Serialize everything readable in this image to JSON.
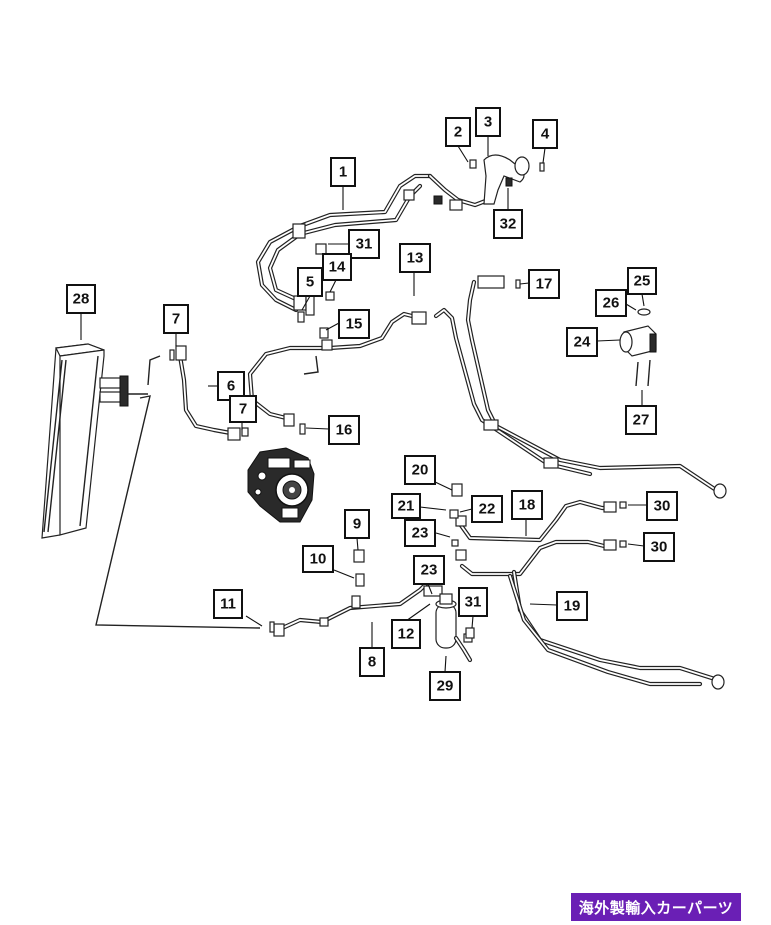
{
  "callouts": [
    {
      "id": "c1",
      "label": "1"
    },
    {
      "id": "c2",
      "label": "2"
    },
    {
      "id": "c3",
      "label": "3"
    },
    {
      "id": "c4",
      "label": "4"
    },
    {
      "id": "c32",
      "label": "32"
    },
    {
      "id": "c31a",
      "label": "31"
    },
    {
      "id": "c14",
      "label": "14"
    },
    {
      "id": "c5",
      "label": "5"
    },
    {
      "id": "c15",
      "label": "15"
    },
    {
      "id": "c13",
      "label": "13"
    },
    {
      "id": "c17",
      "label": "17"
    },
    {
      "id": "c25",
      "label": "25"
    },
    {
      "id": "c26",
      "label": "26"
    },
    {
      "id": "c24",
      "label": "24"
    },
    {
      "id": "c27",
      "label": "27"
    },
    {
      "id": "c28",
      "label": "28"
    },
    {
      "id": "c7a",
      "label": "7"
    },
    {
      "id": "c6",
      "label": "6"
    },
    {
      "id": "c7b",
      "label": "7"
    },
    {
      "id": "c16",
      "label": "16"
    },
    {
      "id": "c20",
      "label": "20"
    },
    {
      "id": "c21",
      "label": "21"
    },
    {
      "id": "c22",
      "label": "22"
    },
    {
      "id": "c23a",
      "label": "23"
    },
    {
      "id": "c18",
      "label": "18"
    },
    {
      "id": "c30a",
      "label": "30"
    },
    {
      "id": "c30b",
      "label": "30"
    },
    {
      "id": "c9",
      "label": "9"
    },
    {
      "id": "c10",
      "label": "10"
    },
    {
      "id": "c23b",
      "label": "23"
    },
    {
      "id": "c11",
      "label": "11"
    },
    {
      "id": "c31b",
      "label": "31"
    },
    {
      "id": "c12",
      "label": "12"
    },
    {
      "id": "c19",
      "label": "19"
    },
    {
      "id": "c8",
      "label": "8"
    },
    {
      "id": "c29",
      "label": "29"
    }
  ],
  "banner": {
    "text": "海外製輸入カーパーツ",
    "color": "#6a1fb5"
  },
  "icons": {
    "compressor": "ac-compressor-icon",
    "condenser": "condenser-icon",
    "receiver": "receiver-drier-icon",
    "sensor": "sensor-module-icon"
  }
}
